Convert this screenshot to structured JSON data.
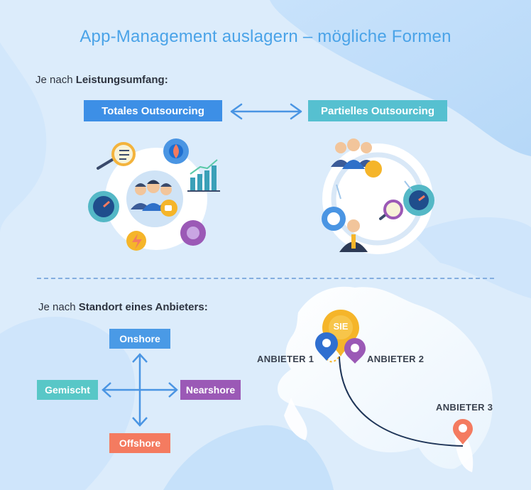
{
  "title": "App-Management auslagern – mögliche Formen",
  "section1": {
    "prefix": "Je nach ",
    "bold": "Leistungsumfang:",
    "tag_total": "Totales Outsourcing",
    "tag_partial": "Partielles Outsourcing"
  },
  "section2": {
    "prefix": "Je nach ",
    "bold": "Standort eines Anbieters:",
    "locations": {
      "top": "Onshore",
      "left": "Gemischt",
      "right": "Nearshore",
      "bottom": "Offshore"
    }
  },
  "map": {
    "pin_you": "SIE",
    "provider1": "ANBIETER 1",
    "provider2": "ANBIETER 2",
    "provider3": "ANBIETER 3"
  },
  "colors": {
    "title": "#4aa3e8",
    "tag_total": "#3d8fe6",
    "tag_partial": "#56c0d0",
    "onshore": "#4a9ae6",
    "gemischt": "#58c7c7",
    "nearshore": "#9b59b6",
    "offshore": "#f47b60"
  }
}
